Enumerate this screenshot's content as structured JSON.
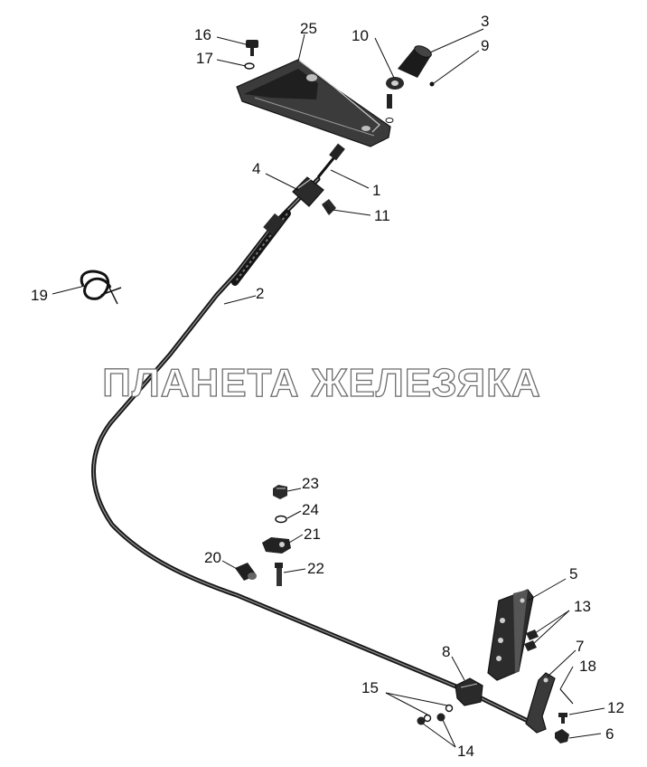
{
  "watermark": "ПЛАНЕТА ЖЕЛЕЗЯКА",
  "callouts": {
    "c1": "1",
    "c2": "2",
    "c3": "3",
    "c4": "4",
    "c5": "5",
    "c6": "6",
    "c7": "7",
    "c8": "8",
    "c9": "9",
    "c10": "10",
    "c11": "11",
    "c12": "12",
    "c13": "13",
    "c14": "14",
    "c15": "15",
    "c16": "16",
    "c17": "17",
    "c18": "18",
    "c19": "19",
    "c20": "20",
    "c21": "21",
    "c22": "22",
    "c23": "23",
    "c24": "24",
    "c25": "25"
  }
}
